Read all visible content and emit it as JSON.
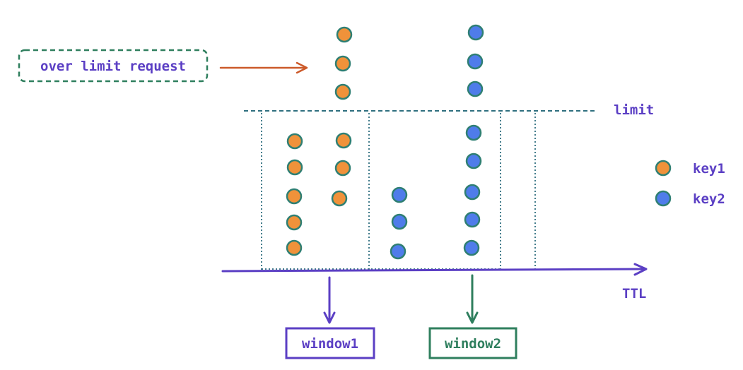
{
  "labels": {
    "over_limit_request": "over limit request",
    "limit": "limit",
    "ttl": "TTL",
    "window1": "window1",
    "window2": "window2"
  },
  "legend": {
    "key1": "key1",
    "key2": "key2"
  },
  "colors": {
    "key1_fill": "#f0923a",
    "key2_fill": "#4f7cea",
    "dot_outline": "#2f7f73",
    "axis": "#5b3fc4",
    "label_text": "#5b3fc4",
    "over_limit_box": "#2f7f5e",
    "over_limit_arrow": "#cc5a2a",
    "limit_line": "#2f6f7f",
    "window_border": "#2f6f7f",
    "window1_box": "#5b3fc4",
    "window2_box": "#2f7f5e"
  }
}
